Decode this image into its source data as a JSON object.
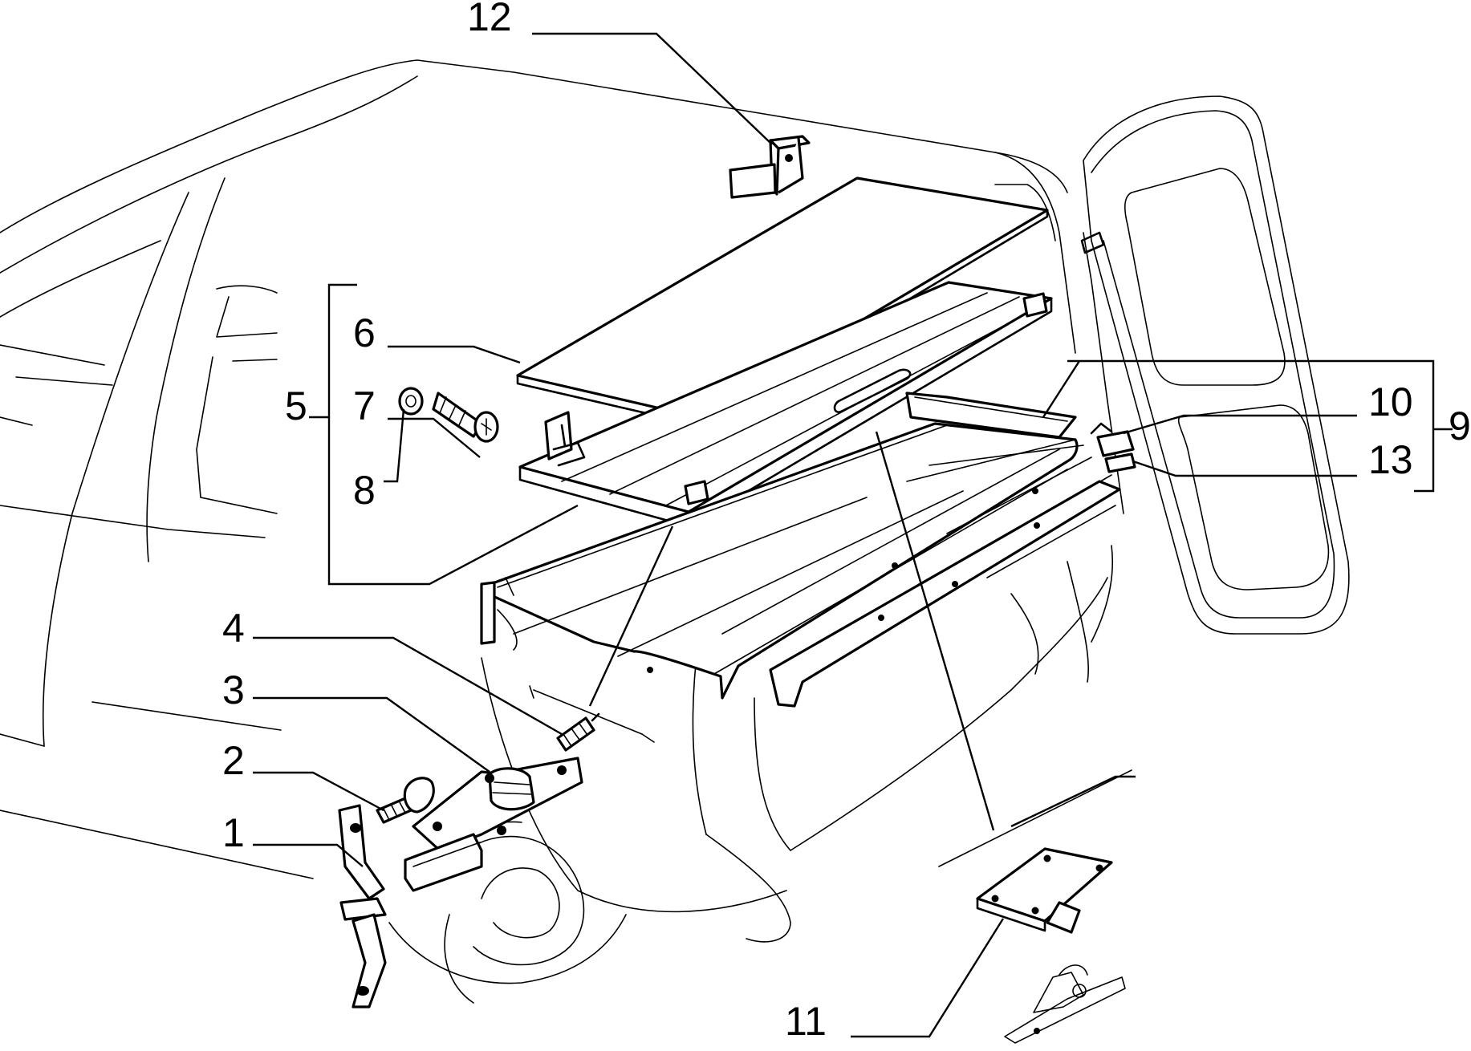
{
  "callouts": {
    "c1": "1",
    "c2": "2",
    "c3": "3",
    "c4": "4",
    "c5": "5",
    "c6": "6",
    "c7": "7",
    "c8": "8",
    "c9": "9",
    "c10": "10",
    "c11": "11",
    "c12": "12",
    "c13": "13"
  },
  "colors": {
    "ink": "#000000",
    "paper": "#ffffff"
  }
}
